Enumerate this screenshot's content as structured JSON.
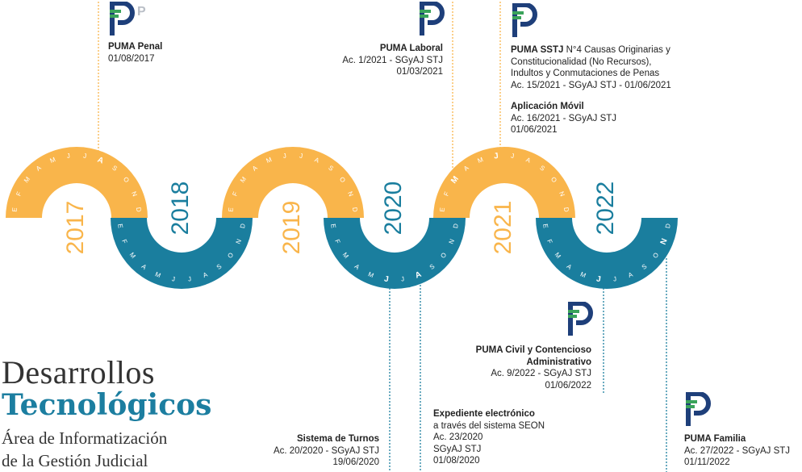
{
  "colors": {
    "orange": "#f9b54b",
    "teal": "#1a7e9e",
    "navy": "#1e3f7a",
    "green": "#3aa35a",
    "grey": "#b9bec6"
  },
  "months": [
    "E",
    "F",
    "M",
    "A",
    "M",
    "J",
    "J",
    "A",
    "S",
    "O",
    "N",
    "D"
  ],
  "years": [
    "2017",
    "2018",
    "2019",
    "2020",
    "2021",
    "2022"
  ],
  "title": {
    "line1": "Desarrollos",
    "line2": "Tecnológicos",
    "line3": "Área de Informatización",
    "line4": "de la Gestión Judicial"
  },
  "milestones": {
    "penal": {
      "title": "PUMA Penal",
      "lines": [
        "01/08/2017"
      ]
    },
    "laboral": {
      "title": "PUMA Laboral",
      "lines": [
        "Ac. 1/2021 - SGyAJ STJ",
        "01/03/2021"
      ]
    },
    "sstj": {
      "title": "PUMA SSTJ",
      "title_rest": " N°4 Causas Originarias y",
      "lines": [
        "Constitucionalidad (No Recursos),",
        "Indultos y Conmutaciones de Penas",
        "Ac. 15/2021 - SGyAJ STJ - 01/06/2021"
      ]
    },
    "movil": {
      "title": "Aplicación Móvil",
      "lines": [
        "Ac. 16/2021 - SGyAJ STJ",
        "01/06/2021"
      ]
    },
    "civil": {
      "title": "PUMA Civil y Contencioso",
      "title2": "Administrativo",
      "lines": [
        "Ac. 9/2022 - SGyAJ STJ",
        "01/06/2022"
      ]
    },
    "expediente": {
      "title": "Expediente  electrónico",
      "lines": [
        "a través del sistema SEON",
        "Ac. 23/2020",
        "SGyAJ STJ",
        "01/08/2020"
      ]
    },
    "turnos": {
      "title": "Sistema de Turnos",
      "lines": [
        "Ac. 20/2020 - SGyAJ STJ",
        "19/06/2020"
      ]
    },
    "familia": {
      "title": "PUMA Familia",
      "lines": [
        "Ac. 27/2022 - SGyAJ STJ",
        "01/11/2022"
      ]
    }
  }
}
